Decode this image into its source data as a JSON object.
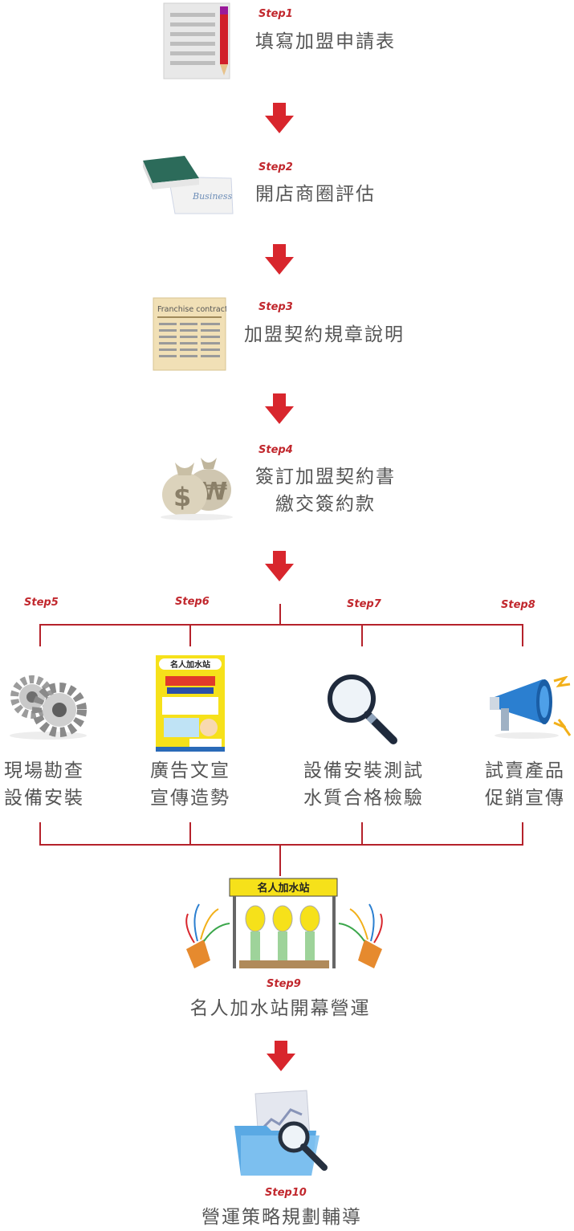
{
  "steps": [
    {
      "step": "Step1",
      "label": "填寫加盟申請表",
      "icon": "application-form-icon"
    },
    {
      "step": "Step2",
      "label": "開店商圈評估",
      "icon": "business-books-icon"
    },
    {
      "step": "Step3",
      "label": "加盟契約規章說明",
      "icon": "franchise-contract-icon",
      "icon_text": "Franchise contract"
    },
    {
      "step": "Step4",
      "label_line1": "簽訂加盟契約書",
      "label_line2": "繳交簽約款",
      "icon": "money-bags-icon"
    },
    {
      "step": "Step5",
      "label_line1": "現場勘查",
      "label_line2": "設備安裝",
      "icon": "gears-icon"
    },
    {
      "step": "Step6",
      "label_line1": "廣告文宣",
      "label_line2": "宣傳造勢",
      "icon": "poster-icon",
      "poster_title": "名人加水站"
    },
    {
      "step": "Step7",
      "label_line1": "設備安裝測試",
      "label_line2": "水質合格檢驗",
      "icon": "magnifier-icon"
    },
    {
      "step": "Step8",
      "label_line1": "試賣產品",
      "label_line2": "促銷宣傳",
      "icon": "megaphone-icon"
    },
    {
      "step": "Step9",
      "label": "名人加水站開幕營運",
      "icon": "opening-station-icon",
      "sign_text": "名人加水站"
    },
    {
      "step": "Step10",
      "label": "營運策略規劃輔導",
      "icon": "folder-magnifier-icon"
    }
  ],
  "colors": {
    "accent": "#c1272d",
    "line": "#b5222b",
    "text": "#555555"
  }
}
